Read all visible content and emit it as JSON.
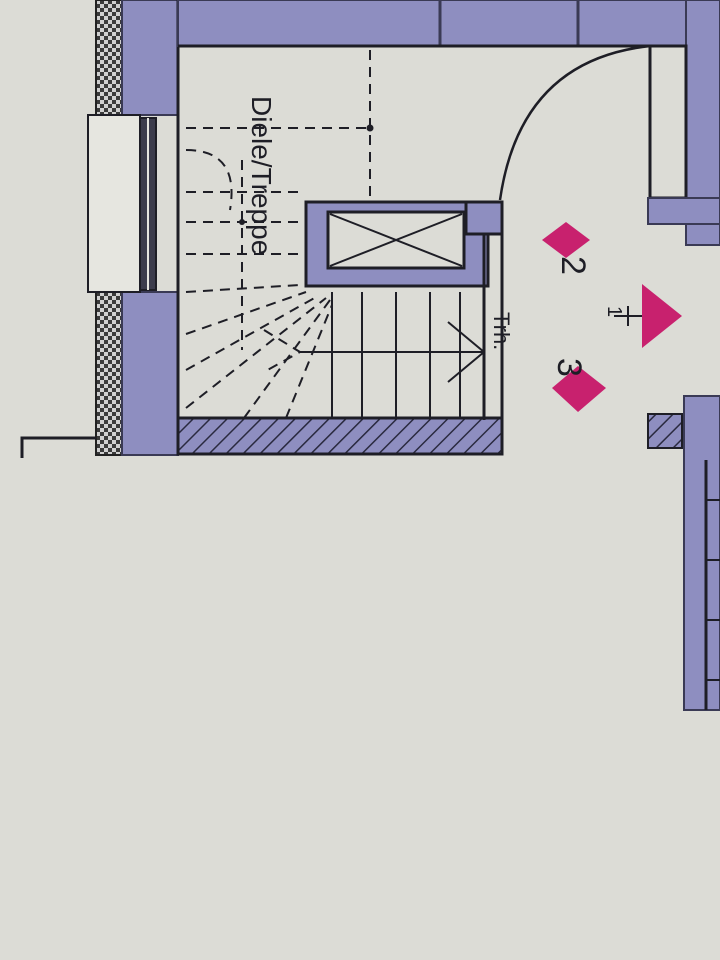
{
  "room": {
    "label": "Diele/Treppe",
    "stair_label": "Trh."
  },
  "markers": {
    "north_label": "2",
    "center_label": "1",
    "south_label": "3",
    "color": "#c8216e"
  },
  "colors": {
    "paper": "#dcdcd6",
    "wall": "#8e8ec0",
    "wall_outline": "#3a3a55",
    "line": "#1e1e26"
  }
}
